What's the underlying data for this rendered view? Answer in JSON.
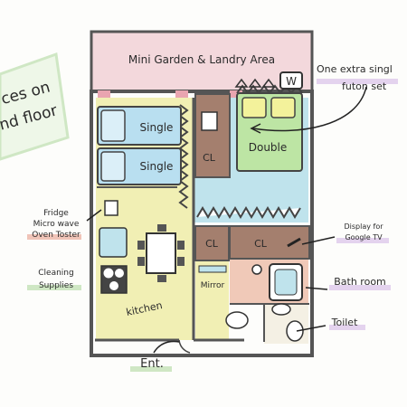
{
  "floorplan": {
    "top_area": "Mini Garden & Landry Area",
    "left_note_1": "ces on",
    "left_note_2": "nd floor",
    "single_bed_1": "Single",
    "single_bed_2": "Single",
    "double_bed": "Double",
    "closet": "CL",
    "closet_2": "CL",
    "closet_3": "CL",
    "washer": "W",
    "mirror": "Mirror",
    "kitchen": "kitchen",
    "futon_line_1": "One extra singl",
    "futon_line_2": "futon set",
    "appliances_1": "Fridge",
    "appliances_2": "Micro wave",
    "appliances_3": "Oven Toster",
    "cleaning_1": "Cleaning",
    "cleaning_2": "Supplies",
    "display_1": "Display for",
    "display_2": "Google TV",
    "bathroom": "Bath room",
    "toilet": "Toilet",
    "entrance": "Ent."
  },
  "colors": {
    "garden": "#f3d8dc",
    "bedroom": "#bfe3ec",
    "kitchen": "#f1efb4",
    "closet": "#a47f6e",
    "bath": "#f0c9b8",
    "bed": "#b9dff0",
    "double_bed": "#bde5a4",
    "wall": "#555555"
  }
}
